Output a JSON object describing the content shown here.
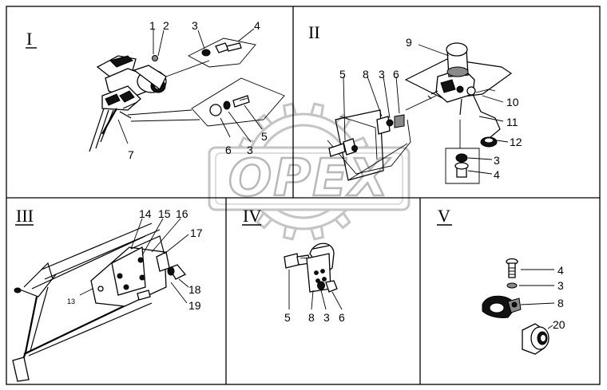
{
  "watermark": {
    "text": "OPEX"
  },
  "panels": [
    {
      "id": "panel-1",
      "title": "I",
      "callouts": [
        "1",
        "2",
        "3",
        "4",
        "3",
        "5",
        "6",
        "7"
      ]
    },
    {
      "id": "panel-2",
      "title": "II",
      "callouts": [
        "5",
        "8",
        "3",
        "6",
        "9",
        "10",
        "11",
        "12",
        "3",
        "4"
      ]
    },
    {
      "id": "panel-3",
      "title": "III",
      "callouts": [
        "14",
        "15",
        "16",
        "17",
        "13",
        "18",
        "19"
      ]
    },
    {
      "id": "panel-4",
      "title": "IV",
      "callouts": [
        "5",
        "8",
        "3",
        "6"
      ]
    },
    {
      "id": "panel-5",
      "title": "V",
      "callouts": [
        "4",
        "3",
        "8",
        "20"
      ]
    }
  ]
}
